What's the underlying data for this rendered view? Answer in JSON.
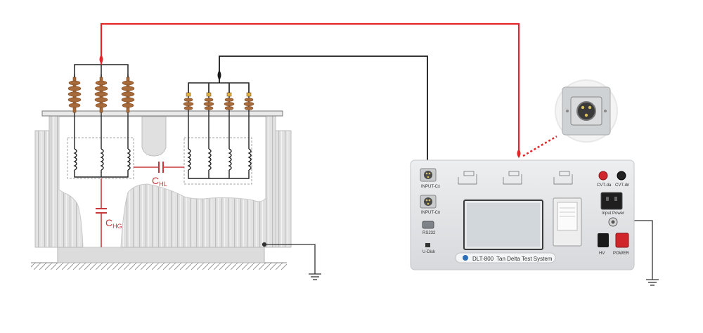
{
  "diagram": {
    "capacitors": {
      "c_hl": {
        "main": "C",
        "sub": "HL"
      },
      "c_hg": {
        "main": "C",
        "sub": "HG"
      }
    },
    "instrument": {
      "model": "DLT-800",
      "name": "Tan Delta Test System",
      "ports": {
        "input_cx": "INPUT-Cx",
        "input_cn": "INPUT-Cn",
        "rs232": "RS232",
        "u_disk": "U-Disk",
        "cvt_da": "CVT-da",
        "cvt_dn": "CVT-dn",
        "input_power": "Input Power",
        "hv": "HV",
        "power": "POWER"
      }
    },
    "colors": {
      "hv_lead": "#e4262b",
      "signal_lead": "#1a1a1a",
      "capacitor": "#c8373a",
      "bushing": "#a66a3b",
      "tank": "#d8d8d8",
      "panel": "#e3e5e7"
    }
  }
}
